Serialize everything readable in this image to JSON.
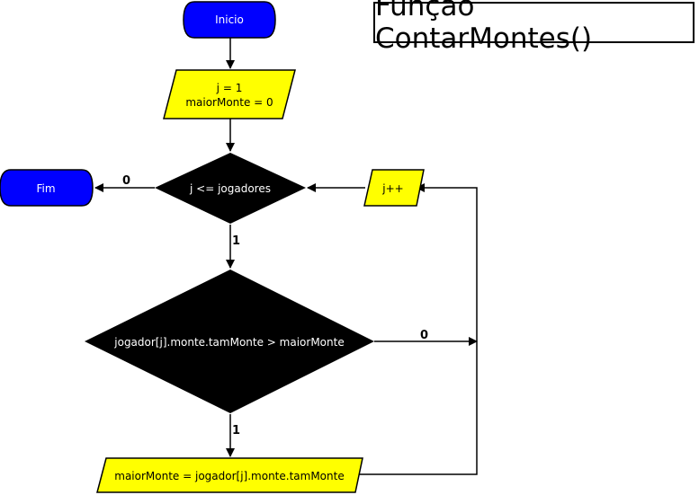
{
  "title": "Função ContarMontes()",
  "colors": {
    "terminal_fill": "#0000ff",
    "io_fill": "#ffff00",
    "decision_fill": "#000000",
    "terminal_text": "#ffffff",
    "decision_text": "#ffffff",
    "io_text": "#000000",
    "line": "#000000"
  },
  "nodes": {
    "start": "Inicio",
    "end": "Fim",
    "init_line1": "j = 1",
    "init_line2": "maiorMonte = 0",
    "loop_condition": "j <= jogadores",
    "increment": "j++",
    "compare_condition": "jogador[j].monte.tamMonte > maiorMonte",
    "assign": "maiorMonte = jogador[j].monte.tamMonte"
  },
  "edge_labels": {
    "loop_false": "0",
    "loop_true": "1",
    "compare_false": "0",
    "compare_true": "1"
  }
}
